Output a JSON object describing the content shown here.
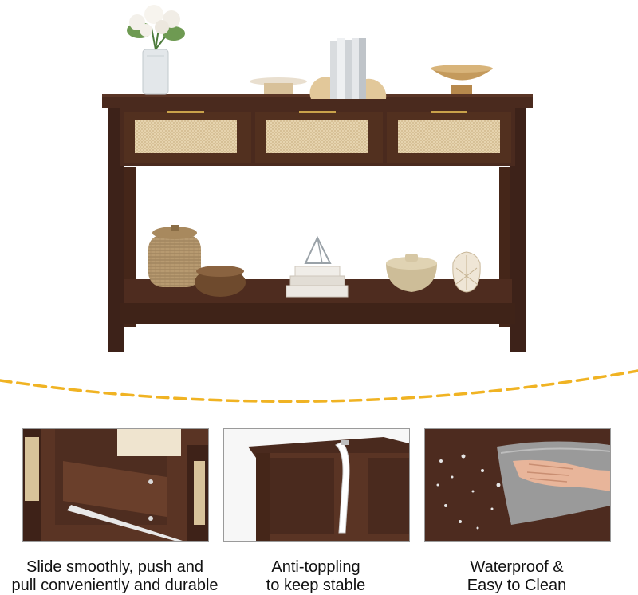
{
  "colors": {
    "wood": "#4a2a1e",
    "wood_dark": "#3a2017",
    "rattan": "#e6d3ad",
    "brass": "#c9a24a",
    "dash": "#f0b323"
  },
  "features": [
    {
      "icon": "drawer-slide-icon",
      "line1": "Slide smoothly, push and",
      "line2": "pull conveniently and durable"
    },
    {
      "icon": "anti-topple-strap-icon",
      "line1": "Anti-toppling",
      "line2": "to keep stable"
    },
    {
      "icon": "cloth-wipe-icon",
      "line1": "Waterproof &",
      "line2": "Easy to Clean"
    }
  ]
}
